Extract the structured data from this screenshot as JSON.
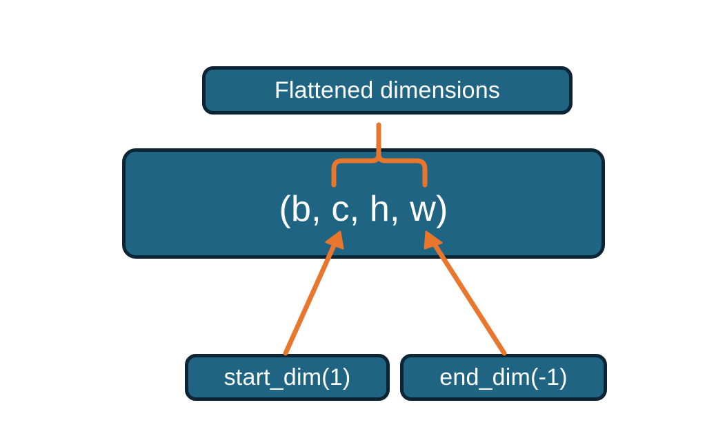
{
  "diagram": {
    "title_node": {
      "id": "flattened-dimensions",
      "label": "Flattened dimensions"
    },
    "shape_node": {
      "id": "tensor-shape",
      "label": "(b, c, h, w)"
    },
    "bottom_nodes": [
      {
        "id": "start-dim",
        "label": "start_dim(1)"
      },
      {
        "id": "end-dim",
        "label": "end_dim(-1)"
      }
    ],
    "connectors": [
      {
        "id": "brace-to-flattened",
        "kind": "curly-brace",
        "from": "tensor-shape",
        "to": "flattened-dimensions",
        "spans_dimensions": "c, h, w"
      },
      {
        "id": "arrow-start-dim",
        "kind": "arrow",
        "from": "start-dim",
        "to": "tensor-shape",
        "points_at": "c"
      },
      {
        "id": "arrow-end-dim",
        "kind": "arrow",
        "from": "end-dim",
        "to": "tensor-shape",
        "points_at": "w"
      }
    ],
    "colors": {
      "node_fill": "#1F6583",
      "node_border": "#0C2433",
      "node_text": "#FFFFFF",
      "accent": "#E8762C",
      "background": "#FFFFFF"
    }
  }
}
